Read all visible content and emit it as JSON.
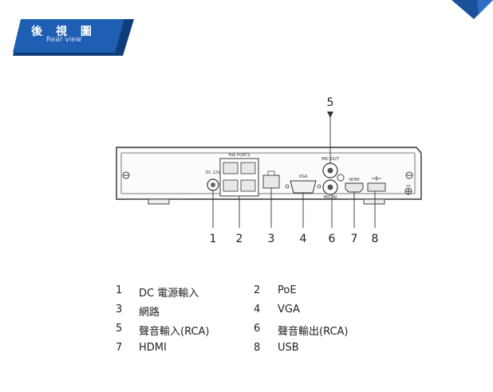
{
  "header": {
    "title": "後 視 圖",
    "subtitle": "Rear view",
    "banner_color": "#1f5fb3",
    "corner_color": "#1a4f9a"
  },
  "device_labels": {
    "poe_ports": "PoE PORTS",
    "mic_out": "MIC OUT",
    "mic_in": "MIC IN",
    "vga": "VGA",
    "hdmi": "HDMI",
    "dc": "DC 12V"
  },
  "callouts": [
    "1",
    "2",
    "3",
    "4",
    "5",
    "6",
    "7",
    "8"
  ],
  "legend": [
    {
      "n": "1",
      "label": "DC 電源輸入"
    },
    {
      "n": "2",
      "label": "PoE"
    },
    {
      "n": "3",
      "label": "網路"
    },
    {
      "n": "4",
      "label": "VGA"
    },
    {
      "n": "5",
      "label": "聲音輸入(RCA)"
    },
    {
      "n": "6",
      "label": "聲音輸出(RCA)"
    },
    {
      "n": "7",
      "label": "HDMI"
    },
    {
      "n": "8",
      "label": "USB"
    }
  ]
}
